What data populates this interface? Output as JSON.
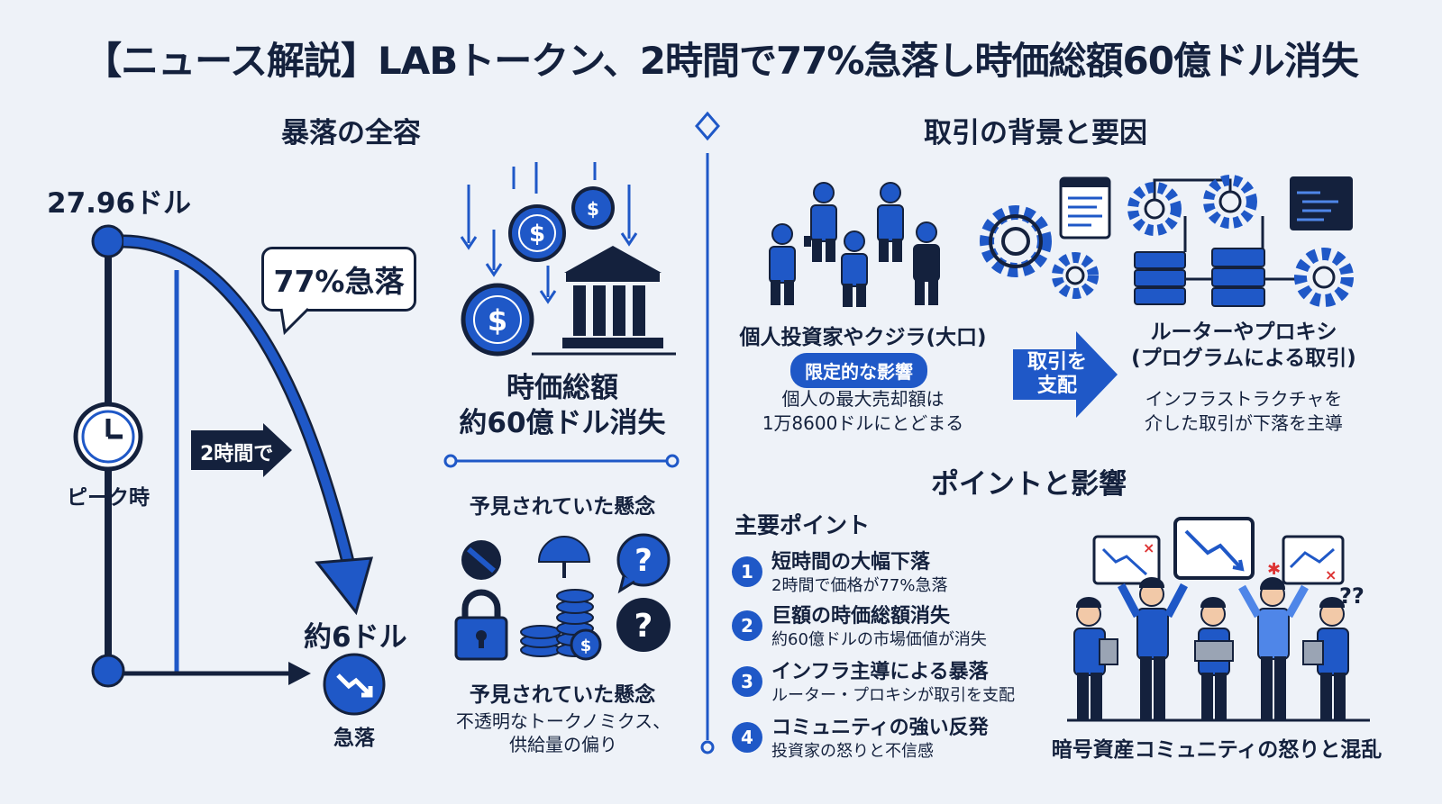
{
  "title": "【ニュース解説】LABトークン、2時間で77%急落し時価総額60億ドル消失",
  "left": {
    "heading": "暴落の全容",
    "peak_price": "27.96ドル",
    "drop_bubble": "77%急落",
    "time_tag": "2時間で",
    "peak_label": "ピーク時",
    "bottom_price": "約6ドル",
    "crash_label": "急落",
    "marketcap": {
      "line1": "時価総額",
      "line2": "約60億ドル消失"
    },
    "concerns_heading": "予見されていた懸念",
    "concerns_caption": "予見されていた懸念",
    "concerns_desc": {
      "line1": "不透明なトークノミクス、",
      "line2": "供給量の偏り"
    }
  },
  "right": {
    "heading": "取引の背景と要因",
    "investors": {
      "title": "個人投資家やクジラ(大口)",
      "badge": "限定的な影響",
      "desc1": "個人の最大売却額は",
      "desc2": "1万8600ドルにとどまる"
    },
    "arrow_label": {
      "line1": "取引を",
      "line2": "支配"
    },
    "router": {
      "title1": "ルーターやプロキシ",
      "title2": "(プログラムによる取引)",
      "desc1": "インフラストラクチャを",
      "desc2": "介した取引が下落を主導"
    },
    "points_heading": "ポイントと影響",
    "key_points_label": "主要ポイント",
    "points": [
      {
        "n": "1",
        "title": "短時間の大幅下落",
        "desc": "2時間で価格が77%急落"
      },
      {
        "n": "2",
        "title": "巨額の時価総額消失",
        "desc": "約60億ドルの市場価値が消失"
      },
      {
        "n": "3",
        "title": "インフラ主導による暴落",
        "desc": "ルーター・プロキシが取引を支配"
      },
      {
        "n": "4",
        "title": "コミュニティの強い反発",
        "desc": "投資家の怒りと不信感"
      }
    ],
    "community_caption": "暗号資産コミュニティの怒りと混乱"
  },
  "colors": {
    "navy": "#14213d",
    "accent": "#1f58c7",
    "background": "#eef2f8"
  }
}
